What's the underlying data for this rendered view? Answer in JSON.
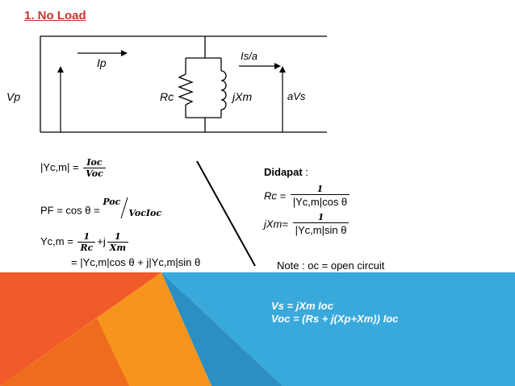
{
  "title": "1. No Load",
  "circuit": {
    "ip_label": "Ip",
    "is_label": "Is/a",
    "vp_label": "Vp",
    "rc_label": "Rc",
    "jxm_label": "jXm",
    "avs_label": "aVs"
  },
  "equations": {
    "yc_mag_lhs": "|Yc,m| =",
    "yc_mag_num": "Ioc",
    "yc_mag_den": "Voc",
    "pf_lhs": "PF = cos θ =",
    "pf_num": "Poc",
    "pf_den": "VocIoc",
    "ycm_lhs": "Yc,m =",
    "ycm_frac1_num": "1",
    "ycm_frac1_den": "Rc",
    "ycm_plus_j": "+j",
    "ycm_frac2_num": "1",
    "ycm_frac2_den": "Xm",
    "ycm_expand": "= |Yc,m|cos θ + j|Yc,m|sin θ"
  },
  "didapat": {
    "heading": "Didapat",
    "colon": ":",
    "rc_lhs": "Rc =",
    "rc_num": "1",
    "rc_den": "|Yc,m|cos θ",
    "jxm_lhs": "jXm=",
    "jxm_num": "1",
    "jxm_den": "|Yc,m|sin θ"
  },
  "note": "Note : oc = open circuit",
  "bottom": {
    "line1": "Vs = jXm Ioc",
    "line2": "Voc = (Rs + j(Xp+Xm)) Ioc"
  },
  "colors": {
    "title": "#c0392b",
    "blue_panel": "#39a9dc",
    "blue_dark": "#2b8fc4",
    "orange": "#f15a29",
    "orange_light": "#f7941d"
  }
}
